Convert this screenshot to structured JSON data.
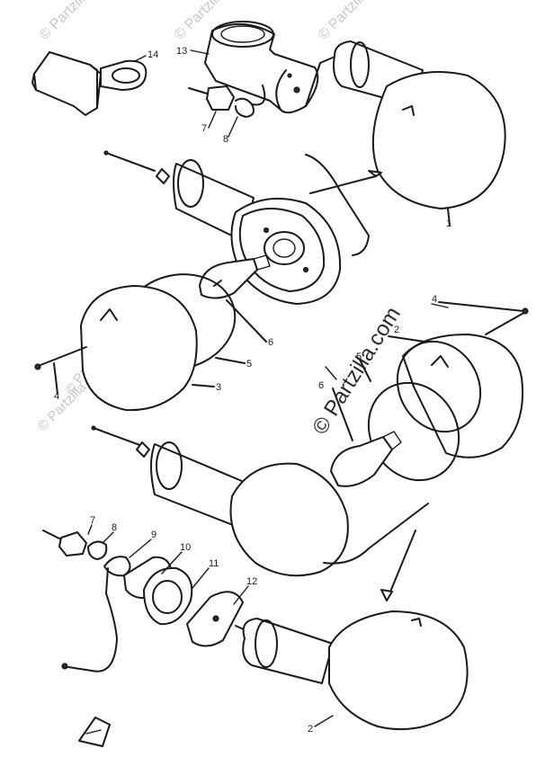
{
  "callouts": [
    {
      "id": "c14",
      "label": "14"
    },
    {
      "id": "c13",
      "label": "13"
    },
    {
      "id": "c7a",
      "label": "7"
    },
    {
      "id": "c8a",
      "label": "8"
    },
    {
      "id": "c1",
      "label": "1"
    },
    {
      "id": "c6a",
      "label": "6"
    },
    {
      "id": "c5a",
      "label": "5"
    },
    {
      "id": "c3",
      "label": "3"
    },
    {
      "id": "c4a",
      "label": "4"
    },
    {
      "id": "c4b",
      "label": "4"
    },
    {
      "id": "c2a",
      "label": "2"
    },
    {
      "id": "c5b",
      "label": "5"
    },
    {
      "id": "c6b",
      "label": "6"
    },
    {
      "id": "c7b",
      "label": "7"
    },
    {
      "id": "c8b",
      "label": "8"
    },
    {
      "id": "c9",
      "label": "9"
    },
    {
      "id": "c10",
      "label": "10"
    },
    {
      "id": "c11",
      "label": "11"
    },
    {
      "id": "c12",
      "label": "12"
    },
    {
      "id": "c2b",
      "label": "2"
    }
  ],
  "watermarks": {
    "small": "© Partzilla",
    "large": "© Partzilla.com"
  },
  "colors": {
    "line": "#1a1a1a",
    "watermark": "#c8c8c8"
  }
}
